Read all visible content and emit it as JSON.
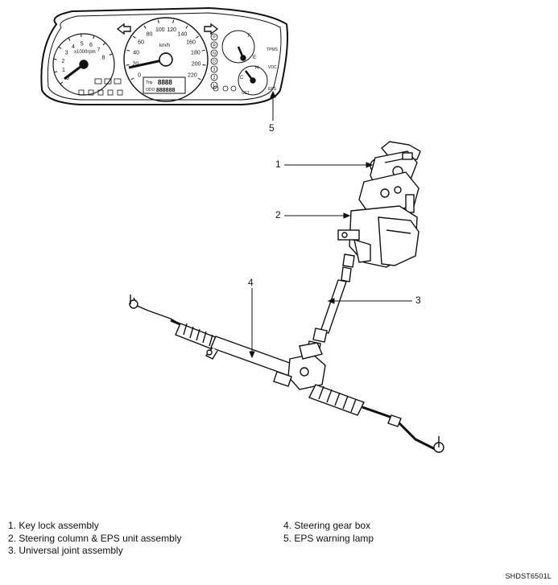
{
  "cluster": {
    "tach_label": "x1000rpm",
    "tach_ticks": [
      "0",
      "1",
      "2",
      "3",
      "4",
      "5",
      "6",
      "7",
      "8"
    ],
    "speed_label": "km/h",
    "speed_ticks": [
      "0",
      "20",
      "40",
      "60",
      "80",
      "100",
      "120",
      "140",
      "160",
      "180",
      "200",
      "220"
    ],
    "temp_marks": [
      "C",
      "H"
    ],
    "fuel_marks": [
      "F",
      "E"
    ],
    "odo_labels": [
      "Trip",
      "ODO"
    ],
    "odo_values": [
      "8888",
      "888888"
    ],
    "lamp_labels": [
      "TPMS",
      "VDC",
      "EPS"
    ],
    "set_label": "SET",
    "gear_indicators": [
      "P",
      "R",
      "N",
      "D",
      "3",
      "2",
      "L"
    ]
  },
  "callouts": [
    "1",
    "2",
    "3",
    "4",
    "5"
  ],
  "legend": {
    "left": [
      "1. Key lock assembly",
      "2. Steering column & EPS unit assembly",
      "3. Universal joint assembly"
    ],
    "right": [
      "4. Steering gear box",
      "5. EPS warning lamp"
    ]
  },
  "figure_code": "SHDST6501L"
}
